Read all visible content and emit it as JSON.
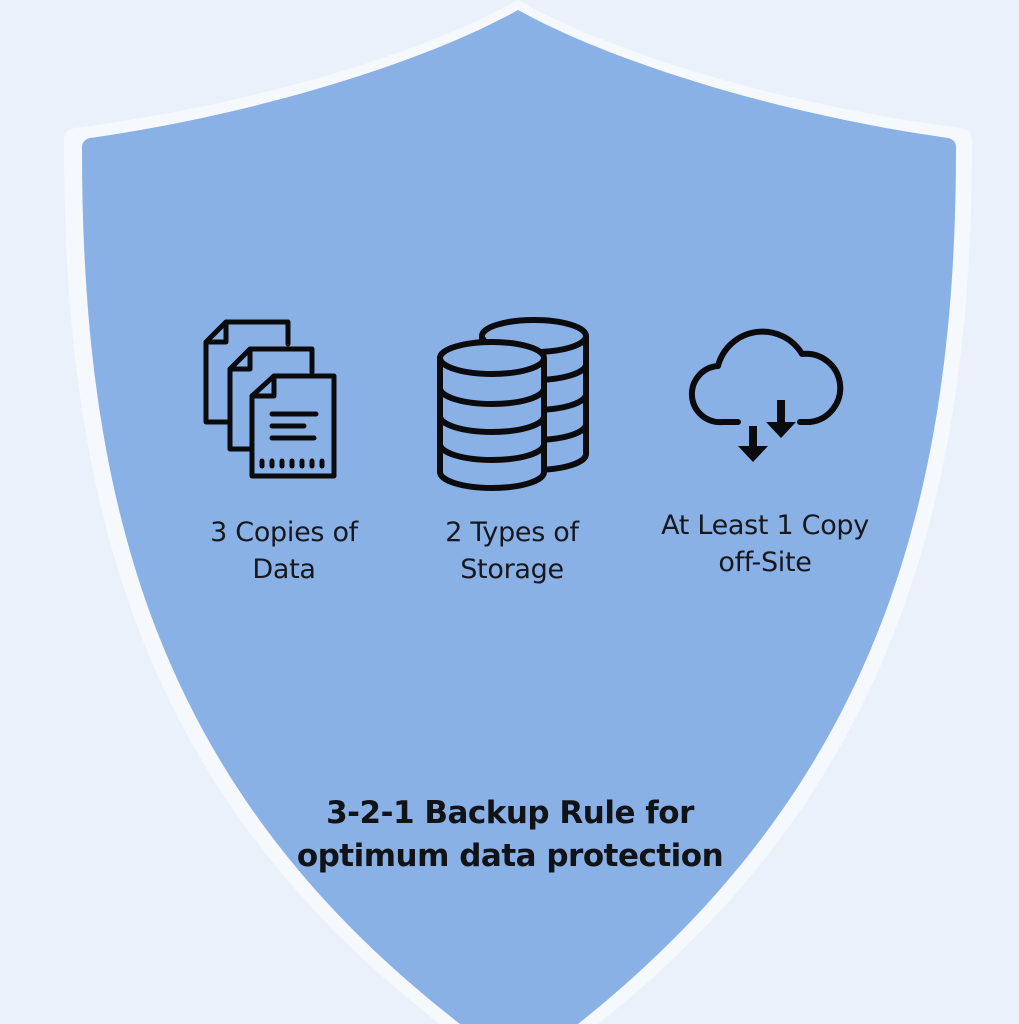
{
  "colors": {
    "background": "#ebf1fb",
    "shield_fill": "#8ab1e6",
    "shield_border": "#f5f8fd",
    "icon_stroke": "#0b0b0d",
    "text": "#16181d"
  },
  "items": [
    {
      "icon": "documents-copies-icon",
      "label_line1": "3 Copies of",
      "label_line2": "Data"
    },
    {
      "icon": "database-storage-icon",
      "label_line1": "2 Types of",
      "label_line2": "Storage"
    },
    {
      "icon": "cloud-download-icon",
      "label_line1": "At Least 1 Copy",
      "label_line2": "off-Site"
    }
  ],
  "caption": {
    "line1": "3-2-1 Backup Rule for",
    "line2": "optimum data protection"
  }
}
